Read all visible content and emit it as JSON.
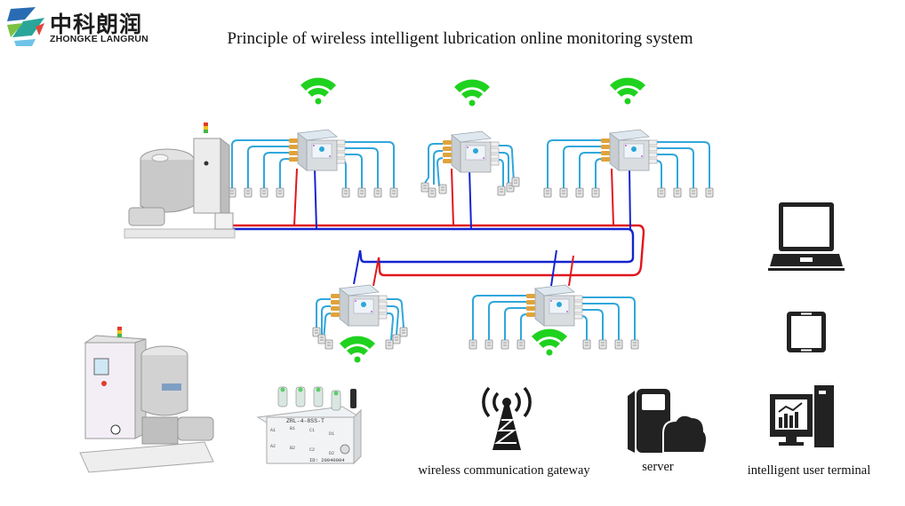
{
  "brand": {
    "name_cn": "中科朗润",
    "name_en": "ZHONGKE LANGRUN",
    "colors": {
      "teal": "#2aa59a",
      "blue": "#2a6cb3",
      "green": "#7cc242",
      "red": "#e0473c",
      "sky": "#6fc3e8"
    }
  },
  "title": "Principle of wireless intelligent lubrication online monitoring system",
  "pipes": {
    "supply_color": "#e1161d",
    "return_color": "#1524d0",
    "branch_color": "#31a7dc"
  },
  "wireless_indicator_color": "#1fd21f",
  "nodes": {
    "pump_station_top": {
      "name": "lubrication-pump-station",
      "beacon": [
        "#e23a2e",
        "#f1c21b",
        "#43b649"
      ]
    },
    "distributors_top": [
      {
        "id": "distributor-1",
        "outlets": 8
      },
      {
        "id": "distributor-2",
        "outlets": 8
      },
      {
        "id": "distributor-3",
        "outlets": 8
      }
    ],
    "distributors_bottom": [
      {
        "id": "distributor-4",
        "outlets": 8
      },
      {
        "id": "distributor-5",
        "outlets": 8
      }
    ]
  },
  "products": {
    "pump_station": {
      "name": "pump-station-product"
    },
    "distributor_block": {
      "model": "ZRL-4-8SS-T",
      "ports_top": [
        "A1",
        "B1",
        "C1",
        "D1"
      ],
      "ports_bottom": [
        "A2",
        "B2",
        "C2",
        "D2"
      ],
      "id_label": "ID: 20040004"
    }
  },
  "legend": {
    "gateway": {
      "icon": "radio-tower-icon",
      "label": "wireless communication gateway"
    },
    "server": {
      "icon": "cloud-server-icon",
      "label": "server"
    },
    "terminal": {
      "icon": "desktop-chart-icon",
      "label": "intelligent user terminal"
    },
    "devices": [
      {
        "icon": "laptop-icon"
      },
      {
        "icon": "tablet-icon"
      }
    ]
  }
}
